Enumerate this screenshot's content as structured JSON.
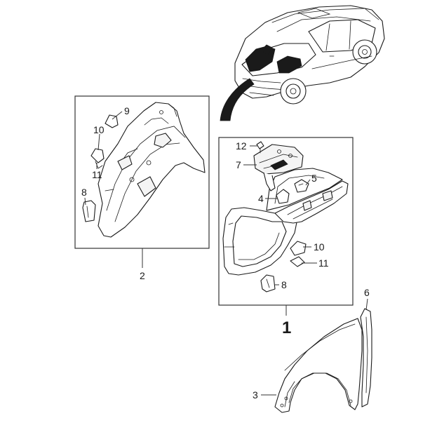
{
  "callouts": {
    "main_assembly": "1",
    "left_box": "2",
    "fender": "3",
    "bracket_4": "4",
    "bracket_5": "5",
    "moulding": "6",
    "plate": "7",
    "bracket_8_left": "8",
    "bracket_8_right": "8",
    "clip_9": "9",
    "clip_10_left": "10",
    "clip_10_right": "10",
    "clip_11_left": "11",
    "clip_11_right": "11",
    "bolt_12": "12"
  },
  "colors": {
    "main_callout": "#e02a1c",
    "line": "#1a1a1a",
    "box": "#333333"
  }
}
